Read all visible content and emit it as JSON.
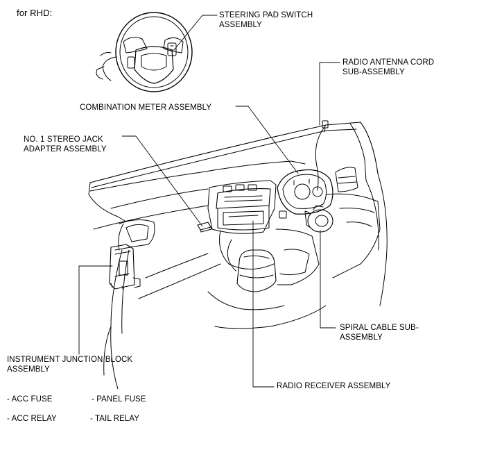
{
  "heading": "for RHD:",
  "labels": {
    "steering_pad_switch": [
      "STEERING PAD SWITCH",
      "ASSEMBLY"
    ],
    "radio_antenna_cord": [
      "RADIO ANTENNA CORD",
      "SUB-ASSEMBLY"
    ],
    "combination_meter": [
      "COMBINATION METER ASSEMBLY"
    ],
    "stereo_jack_adapter": [
      "NO. 1 STEREO JACK",
      "ADAPTER ASSEMBLY"
    ],
    "spiral_cable": [
      "SPIRAL CABLE SUB-",
      "ASSEMBLY"
    ],
    "instrument_junction_block": [
      "INSTRUMENT JUNCTION BLOCK",
      "ASSEMBLY"
    ],
    "radio_receiver": [
      "RADIO RECEIVER ASSEMBLY"
    ]
  },
  "notes": {
    "acc_fuse": "- ACC FUSE",
    "panel_fuse": "- PANEL FUSE",
    "acc_relay": "- ACC RELAY",
    "tail_relay": "- TAIL RELAY"
  },
  "colors": {
    "line": "#000000",
    "background": "#ffffff"
  }
}
